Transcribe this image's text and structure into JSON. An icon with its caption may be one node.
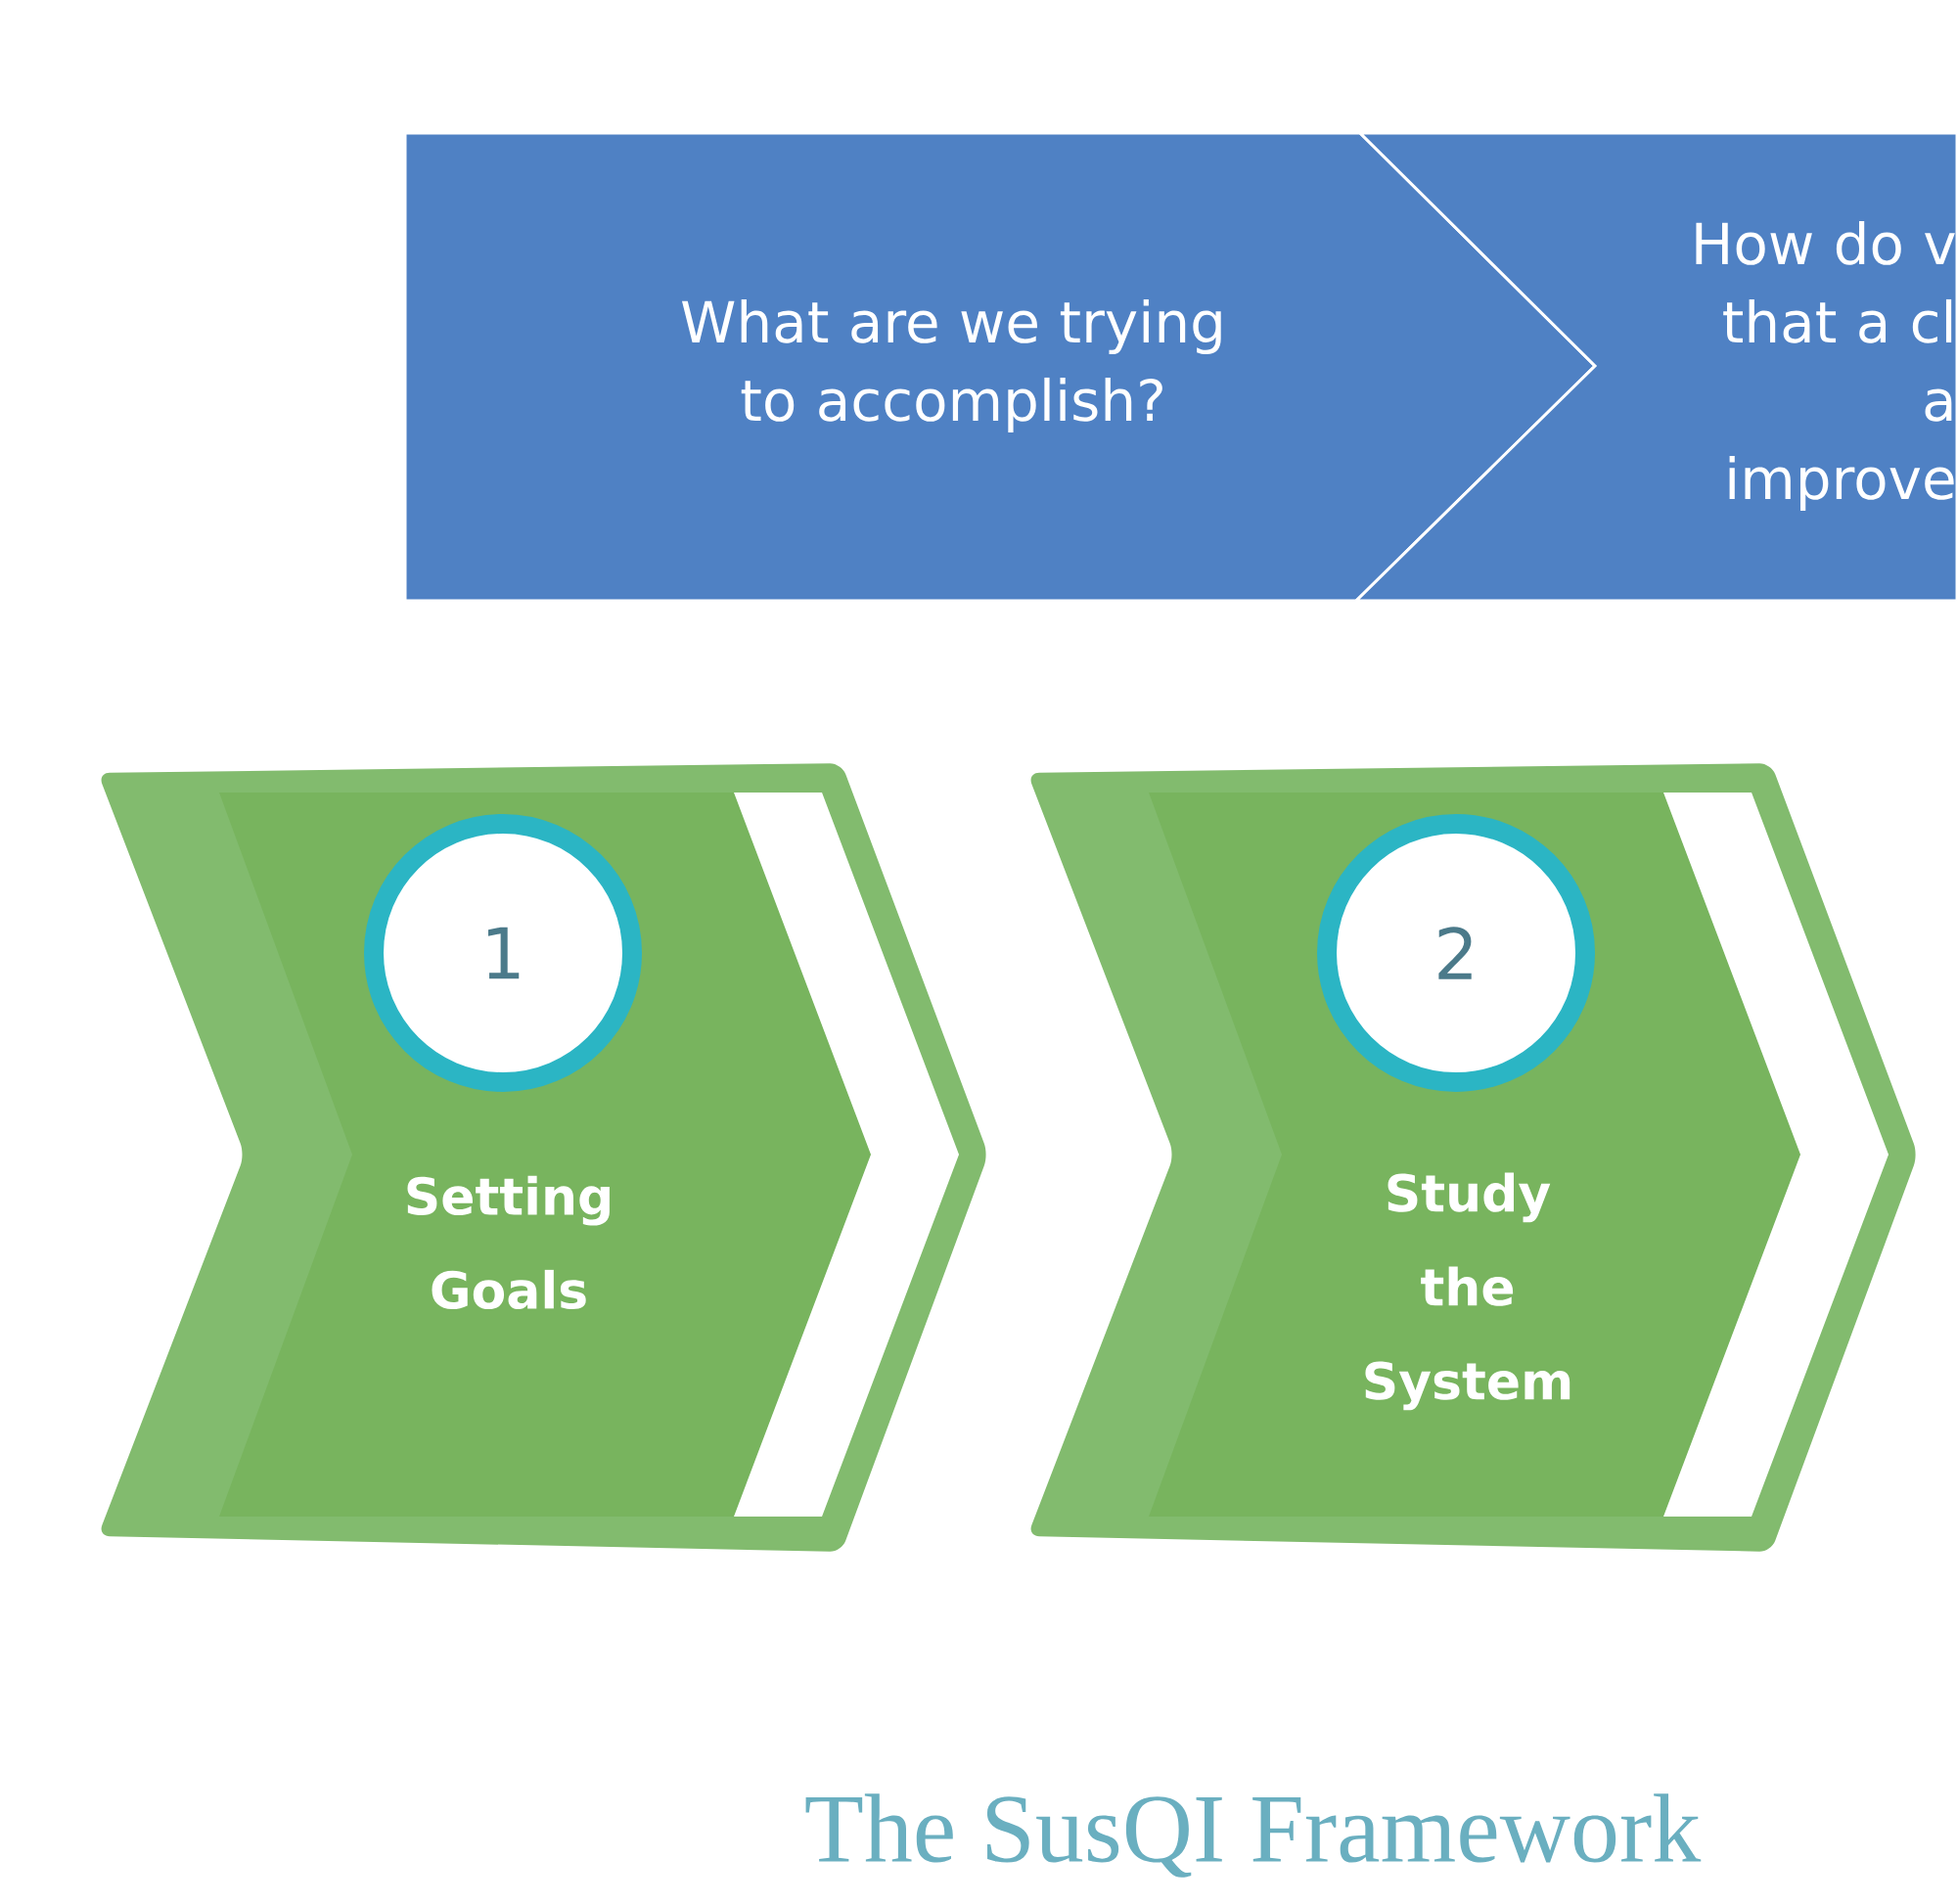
{
  "diagram": {
    "title": "The SusQI Framework",
    "nodes": [
      {
        "text": [
          "What are we trying to accomplish?"
        ]
      },
      {
        "text": [
          "How do v",
          "that a cl",
          "a",
          "improve"
        ]
      },
      {
        "text": [
          "Setting Goals"
        ]
      },
      {
        "text": [
          "1"
        ],
        "in": 2
      },
      {
        "text": [
          "Study the System"
        ]
      },
      {
        "text": [
          "2"
        ],
        "in": 4
      }
    ]
  }
}
